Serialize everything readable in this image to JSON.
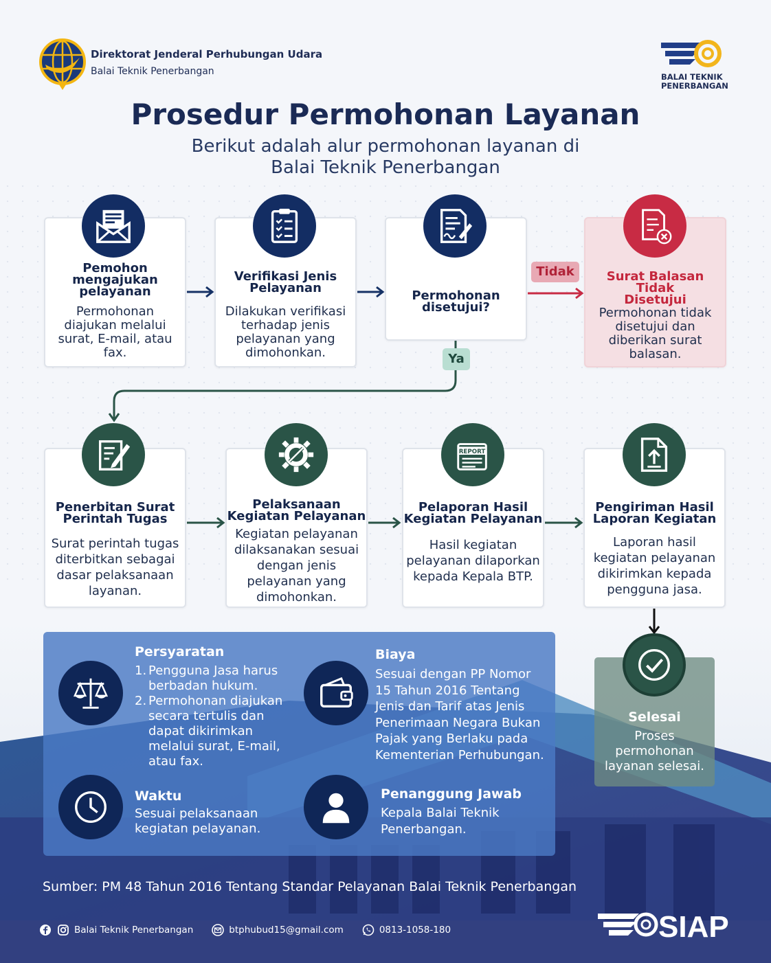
{
  "header": {
    "org_line1": "Direktorat Jenderal Perhubungan Udara",
    "org_line2": "Balai Teknik Penerbangan",
    "logo_right_line1": "BALAI TEKNIK",
    "logo_right_line2": "PENERBANGAN",
    "title": "Prosedur Permohonan Layanan",
    "subtitle_line1": "Berikut adalah alur permohonan layanan di",
    "subtitle_line2": "Balai Teknik Penerbangan"
  },
  "flow_row1": [
    {
      "title_l1": "Pemohon",
      "title_l2": "mengajukan",
      "title_l3": "pelayanan",
      "desc": [
        "Permohonan",
        "diajukan melalui",
        "surat, E-mail, atau",
        "fax."
      ],
      "icon": "envelope-icon"
    },
    {
      "title_l1": "Verifikasi Jenis",
      "title_l2": "Pelayanan",
      "desc": [
        "Dilakukan verifikasi",
        "terhadap jenis",
        "pelayanan yang",
        "dimohonkan."
      ],
      "icon": "clipboard-checklist-icon"
    },
    {
      "title_l1": "Permohonan",
      "title_l2": "disetujui?",
      "icon": "document-signature-icon"
    },
    {
      "title_l1": "Surat Balasan Tidak",
      "title_l2": "Disetujui",
      "desc": [
        "Permohonan tidak",
        "disetujui dan",
        "diberikan surat",
        "balasan."
      ],
      "icon": "document-reject-icon"
    }
  ],
  "decision": {
    "no_label": "Tidak",
    "yes_label": "Ya"
  },
  "flow_row2": [
    {
      "title_l1": "Penerbitan Surat",
      "title_l2": "Perintah Tugas",
      "desc": [
        "Surat perintah tugas",
        "diterbitkan sebagai",
        "dasar pelaksanaan",
        "layanan."
      ],
      "icon": "pen-document-icon"
    },
    {
      "title_l1": "Pelaksanaan",
      "title_l2": "Kegiatan Pelayanan",
      "desc": [
        "Kegiatan pelayanan",
        "dilaksanakan sesuai",
        "dengan jenis",
        "pelayanan yang",
        "dimohonkan."
      ],
      "icon": "gear-tools-icon"
    },
    {
      "title_l1": "Pelaporan Hasil",
      "title_l2": "Kegiatan Pelayanan",
      "desc": [
        "Hasil kegiatan",
        "pelayanan dilaporkan",
        "kepada Kepala BTP."
      ],
      "icon": "report-icon",
      "icon_text": "REPORT"
    },
    {
      "title_l1": "Pengiriman Hasil",
      "title_l2": "Laporan Kegiatan",
      "desc": [
        "Laporan hasil",
        "kegiatan pelayanan",
        "dikirimkan kepada",
        "pengguna jasa."
      ],
      "icon": "upload-document-icon"
    }
  ],
  "finish": {
    "title": "Selesai",
    "desc": [
      "Proses",
      "permohonan",
      "layanan selesai."
    ]
  },
  "info": {
    "requirements": {
      "heading": "Persyaratan",
      "items": [
        [
          "Pengguna Jasa harus",
          "berbadan hukum."
        ],
        [
          "Permohonan diajukan",
          "secara tertulis dan",
          "dapat dikirimkan",
          "melalui surat, E-mail,",
          "atau fax."
        ]
      ]
    },
    "cost": {
      "heading": "Biaya",
      "lines": [
        "Sesuai dengan PP Nomor",
        "15 Tahun 2016 Tentang",
        "Jenis dan Tarif atas Jenis",
        "Penerimaan Negara Bukan",
        "Pajak yang Berlaku pada",
        "Kementerian Perhubungan."
      ]
    },
    "time": {
      "heading": "Waktu",
      "lines": [
        "Sesuai pelaksanaan",
        "kegiatan pelayanan."
      ]
    },
    "responsible": {
      "heading": "Penanggung Jawab",
      "lines": [
        "Kepala Balai Teknik",
        "Penerbangan."
      ]
    }
  },
  "source": "Sumber: PM 48 Tahun 2016 Tentang Standar Pelayanan Balai Teknik Penerbangan",
  "footer": {
    "social": "Balai Teknik Penerbangan",
    "email": "btphubud15@gmail.com",
    "phone": "0813-1058-180",
    "brand": "SIAP"
  }
}
